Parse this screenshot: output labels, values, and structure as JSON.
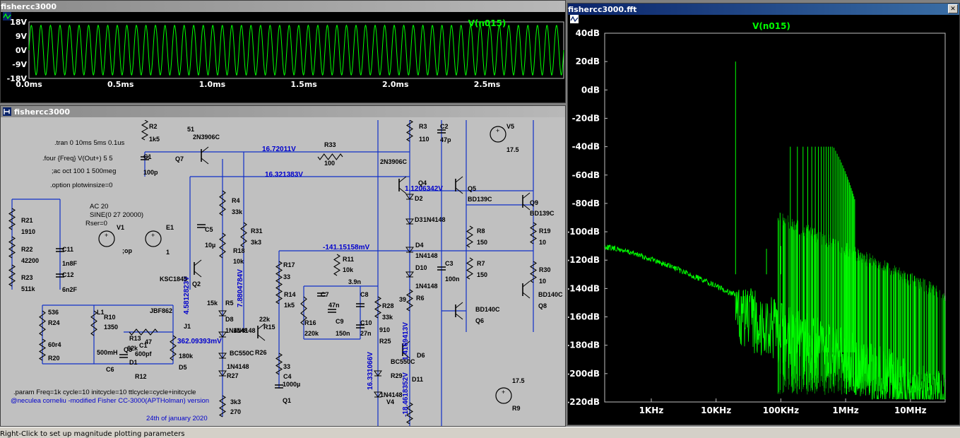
{
  "windows": {
    "time_plot": {
      "title": "fishercc3000"
    },
    "schematic": {
      "title": "fishercc3000"
    },
    "fft_plot": {
      "title": "fishercc3000.fft"
    }
  },
  "time_plot": {
    "trace_label": "V(n015)",
    "y_ticks": [
      "18V",
      "9V",
      "0V",
      "-9V",
      "-18V"
    ],
    "x_ticks": [
      "0.0ms",
      "0.5ms",
      "1.0ms",
      "1.5ms",
      "2.0ms",
      "2.5ms"
    ],
    "trace_color": "#00ff00"
  },
  "fft_plot": {
    "trace_label": "V(n015)",
    "y_ticks": [
      "40dB",
      "20dB",
      "0dB",
      "-20dB",
      "-40dB",
      "-60dB",
      "-80dB",
      "-100dB",
      "-120dB",
      "-140dB",
      "-160dB",
      "-180dB",
      "-200dB",
      "-220dB"
    ],
    "x_ticks": [
      "1KHz",
      "10KHz",
      "100KHz",
      "1MHz",
      "10MHz"
    ],
    "trace_color": "#00ff00"
  },
  "schematic": {
    "directives": [
      ".tran 0 10ms 5ms 0.1us",
      ".four {Freq} V(Out+) 5 5",
      ";ac oct 100 1 500meg",
      ".option plotwinsize=0",
      ".param Freq=1k cycle=10 initcycle=10 ttlcycle=cycle+initcycle"
    ],
    "credit": "@neculea corneliu -modified Fisher CC-3000(APTHolman) version",
    "date": "24th of january 2020",
    "source_text": [
      "AC 20",
      "SINE(0 27 20000)",
      "Rser=0"
    ],
    "node_voltages": [
      "16.72011V",
      "16.321383V",
      "1.1206342V",
      "-141.15158mV",
      "4.5812823V",
      "7.8804784V",
      "362.09393mV",
      "16.331066V",
      "1.4169413V",
      "-18.4618352V"
    ],
    "labels": [
      "R2",
      "1k5",
      "51",
      "2N3906C",
      "Q7",
      "C1",
      "100p",
      "R33",
      "100",
      "R3",
      "110",
      "C2",
      "47p",
      "2N3906C",
      "Q4",
      "V5",
      "17.5",
      "Q5",
      "BD139C",
      "Q9",
      "BD139C",
      "R21",
      "1910",
      "R22",
      "42200",
      "R23",
      "511k",
      "C11",
      "1n8F",
      "C12",
      "6n2F",
      "V1",
      ";op",
      "E1",
      "1",
      "R4",
      "33k",
      "C5",
      "10µ",
      "R31",
      "3k3",
      "R18",
      "10k",
      "D2",
      "D3",
      "1N4148",
      "R8",
      "150",
      "R19",
      "10",
      "D4",
      "1N4148",
      "D10",
      "1N4148",
      "C3",
      "100n",
      "R7",
      "150",
      "R30",
      "10",
      "R17",
      "33",
      "R11",
      "10k",
      "3.9n",
      "BD140C",
      "Q8",
      "KSC1845",
      "Q2",
      "R14",
      "1k5",
      "C7",
      "47n",
      "C8",
      "R6",
      "39",
      "BD140C",
      "Q6",
      "JBF862",
      "15k",
      "R5",
      "R28",
      "33k",
      "J1",
      "D8",
      "1N4148",
      "R15",
      "22k",
      "R16",
      "220k",
      "C9",
      "150n",
      "C10",
      "27n",
      "C1",
      "R10",
      "1350",
      "L1",
      "500mH",
      "R13",
      "47",
      "Q3",
      "D1",
      "1N4148",
      "BC550C",
      "R26",
      "910",
      "R25",
      "536",
      "R24",
      "60r4",
      "R20",
      "62k",
      "C6",
      "600pf",
      "R12",
      "180k",
      "D5",
      "1N4148",
      "R27",
      "33",
      "C4",
      "1000µ",
      "Q1",
      "BC550C",
      "D6",
      "R29",
      "D11",
      "1N4148",
      "V4",
      "17.5",
      "R9",
      "3k3",
      "270"
    ]
  },
  "status": {
    "text": "Right-Click to set up magnitude plotting parameters"
  }
}
